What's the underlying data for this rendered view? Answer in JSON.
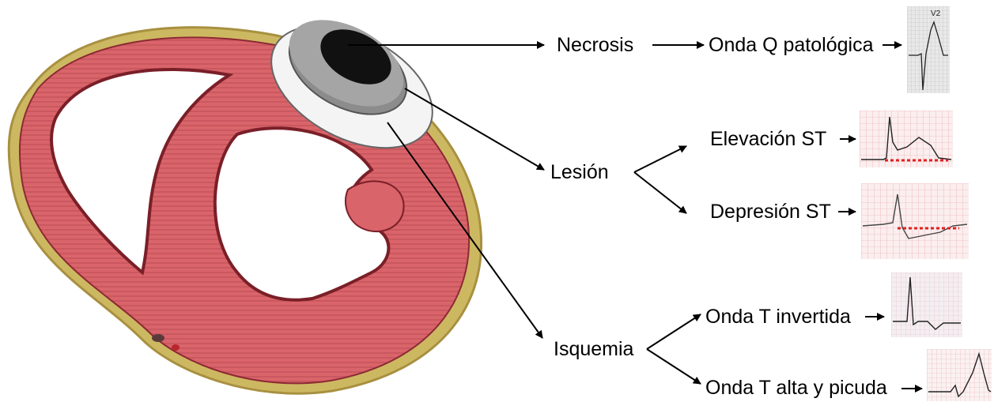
{
  "labels": {
    "necrosis": "Necrosis",
    "onda_q": "Onda Q patológica",
    "lesion": "Lesión",
    "elevacion_st": "Elevación ST",
    "depresion_st": "Depresión ST",
    "isquemia": "Isquemia",
    "onda_t_invertida": "Onda T invertida",
    "onda_t_alta": "Onda T alta y picuda"
  },
  "ecg_lead_label": "V2",
  "colors": {
    "myocardium": "#d9646a",
    "myocardium_dark": "#b8434b",
    "fat": "#c9b15a",
    "necrosis": "#111111",
    "lesion": "#8c8c8c",
    "ischemia": "#f2f2f2",
    "ecg_grid_red": "#e89aa0",
    "st_marker": "#e02020"
  },
  "icons": [
    "heart-cross-section",
    "zone-disc",
    "ecg-strip",
    "arrow"
  ]
}
